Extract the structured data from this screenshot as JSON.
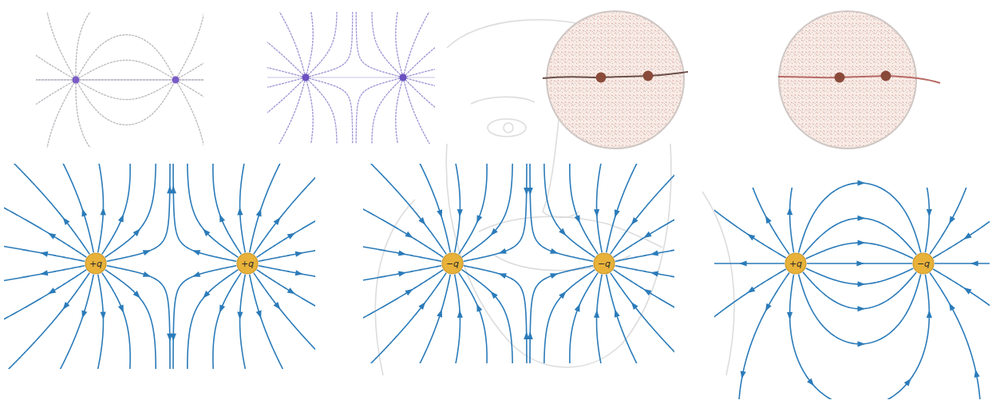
{
  "diagram": {
    "nodes": [
      {
        "text": [
          "+q"
        ]
      },
      {
        "text": [
          "+q"
        ]
      },
      {
        "text": [
          "−q"
        ]
      },
      {
        "text": [
          "−q"
        ]
      },
      {
        "text": [
          "+q"
        ]
      },
      {
        "text": [
          "−q"
        ]
      }
    ],
    "edges": [
      {
        "from": 4,
        "to": 5,
        "arrow": "none"
      },
      {
        "from": 4,
        "to": 5,
        "arrow": "none"
      },
      {
        "from": 4,
        "to": 5,
        "arrow": "none"
      },
      {
        "from": 4,
        "to": 5,
        "arrow": "none"
      },
      {
        "from": 4,
        "to": 5,
        "arrow": "none"
      },
      {
        "from": 4,
        "to": 5,
        "arrow": "none"
      },
      {
        "from": 4,
        "to": 5,
        "arrow": "none"
      }
    ]
  }
}
